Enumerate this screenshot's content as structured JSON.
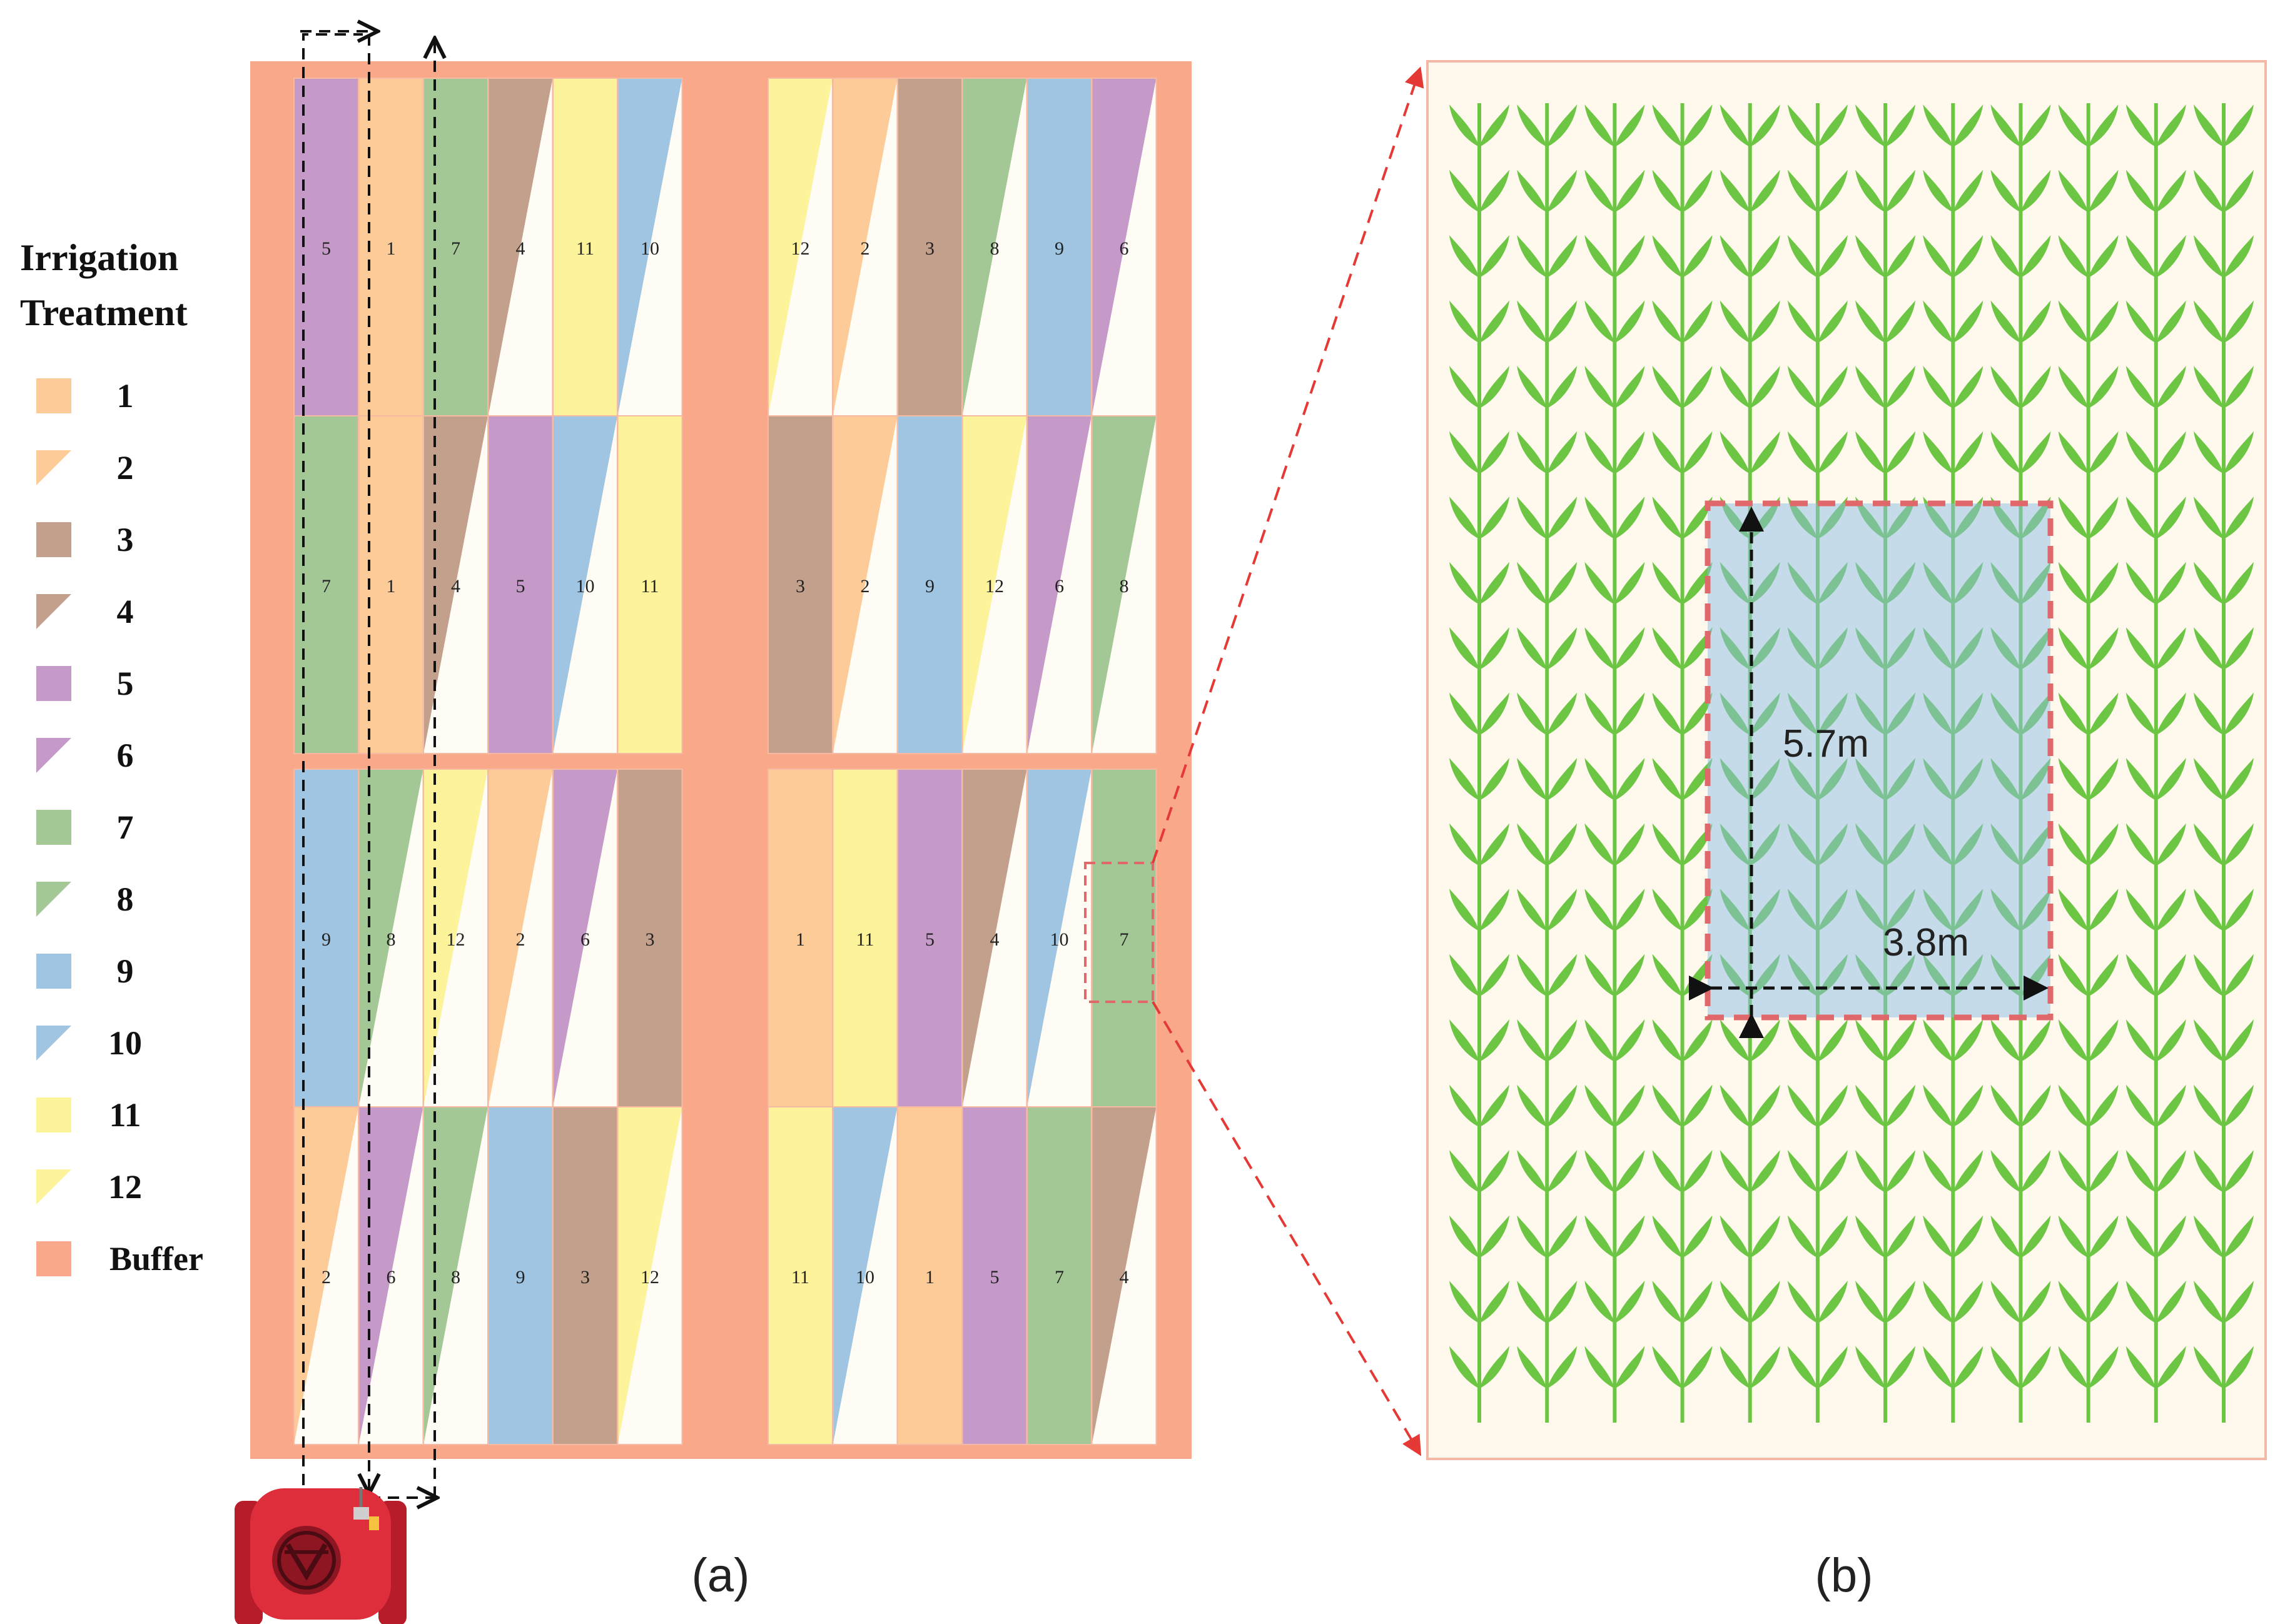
{
  "legend": {
    "title_line1": "Irrigation",
    "title_line2": "Treatment",
    "items": [
      {
        "label": "1",
        "pattern": "full",
        "color": "#FDCB97"
      },
      {
        "label": "2",
        "pattern": "half",
        "color": "#FDCB97"
      },
      {
        "label": "3",
        "pattern": "full",
        "color": "#C3A08B"
      },
      {
        "label": "4",
        "pattern": "half",
        "color": "#C3A08B"
      },
      {
        "label": "5",
        "pattern": "full",
        "color": "#C59AC8"
      },
      {
        "label": "6",
        "pattern": "half",
        "color": "#C59AC8"
      },
      {
        "label": "7",
        "pattern": "full",
        "color": "#A3C896"
      },
      {
        "label": "8",
        "pattern": "half",
        "color": "#A3C896"
      },
      {
        "label": "9",
        "pattern": "full",
        "color": "#9FC5E2"
      },
      {
        "label": "10",
        "pattern": "half",
        "color": "#9FC5E2"
      },
      {
        "label": "11",
        "pattern": "full",
        "color": "#FDF39B"
      },
      {
        "label": "12",
        "pattern": "half",
        "color": "#FDF39B"
      },
      {
        "label": "Buffer",
        "pattern": "full",
        "color": "#FAA88A"
      }
    ]
  },
  "field": {
    "blocks": [
      {
        "rows": [
          [
            5,
            1,
            7,
            4,
            11,
            10
          ],
          [
            7,
            1,
            4,
            5,
            10,
            11
          ]
        ]
      },
      {
        "rows": [
          [
            12,
            2,
            3,
            8,
            9,
            6
          ],
          [
            3,
            2,
            9,
            12,
            6,
            8
          ]
        ]
      },
      {
        "rows": [
          [
            9,
            8,
            12,
            2,
            6,
            3
          ],
          [
            2,
            6,
            8,
            9,
            3,
            12
          ]
        ]
      },
      {
        "rows": [
          [
            1,
            11,
            5,
            4,
            10,
            7
          ],
          [
            11,
            10,
            1,
            5,
            7,
            4
          ]
        ]
      }
    ]
  },
  "detail": {
    "height_label": "5.7m",
    "width_label": "3.8m",
    "crop_columns": 12,
    "crop_rows": 20
  },
  "captions": {
    "a": "(a)",
    "b": "(b)"
  },
  "colors": {
    "buffer": "#FAA88A",
    "plot_background": "#FFFCF5",
    "detail_background": "#FEF9EC",
    "leaf": "#6CC644",
    "highlight": "#E0686A",
    "selection_fill": "#8CBEE6",
    "robot": "#DE2E3B"
  },
  "icons": {
    "robot": "robot-vehicle-icon",
    "leaf": "crop-leaf-icon"
  }
}
